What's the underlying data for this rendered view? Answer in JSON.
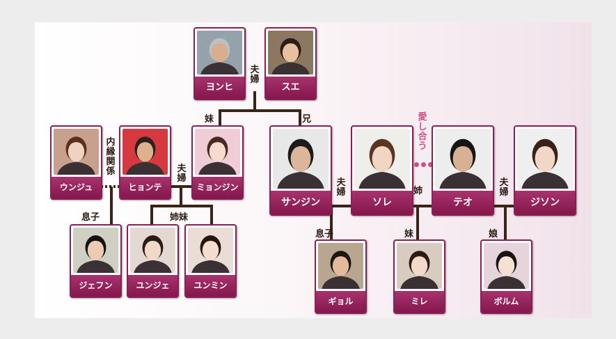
{
  "people": {
    "yonhi": "ヨンヒ",
    "sue": "スエ",
    "unju": "ウンジュ",
    "hyonte": "ヒョンテ",
    "myonjin": "ミョンジン",
    "sanjin": "サンジン",
    "sore": "ソレ",
    "teo": "テオ",
    "jison": "ジソン",
    "jefun": "ジェフン",
    "yunje": "ユンジェ",
    "yunmin": "ユンミン",
    "gyoru": "ギョル",
    "mire": "ミレ",
    "borumu": "ボルム"
  },
  "relations": {
    "top_couple": "夫婦",
    "sister": "妹",
    "brother": "兄",
    "hidden": "内縁関係",
    "mid_couple": "夫婦",
    "sisters": "姉妹",
    "son_left": "息子",
    "right_couple": "夫婦",
    "older_sister": "姉",
    "love": "愛し合う",
    "far_couple": "夫婦",
    "son_right": "息子",
    "younger_sister": "妹",
    "daughter": "娘"
  },
  "colors": {
    "frame": "#8a1f55",
    "label": "#9b2865",
    "line": "#3a2418",
    "love": "#d0508a"
  }
}
